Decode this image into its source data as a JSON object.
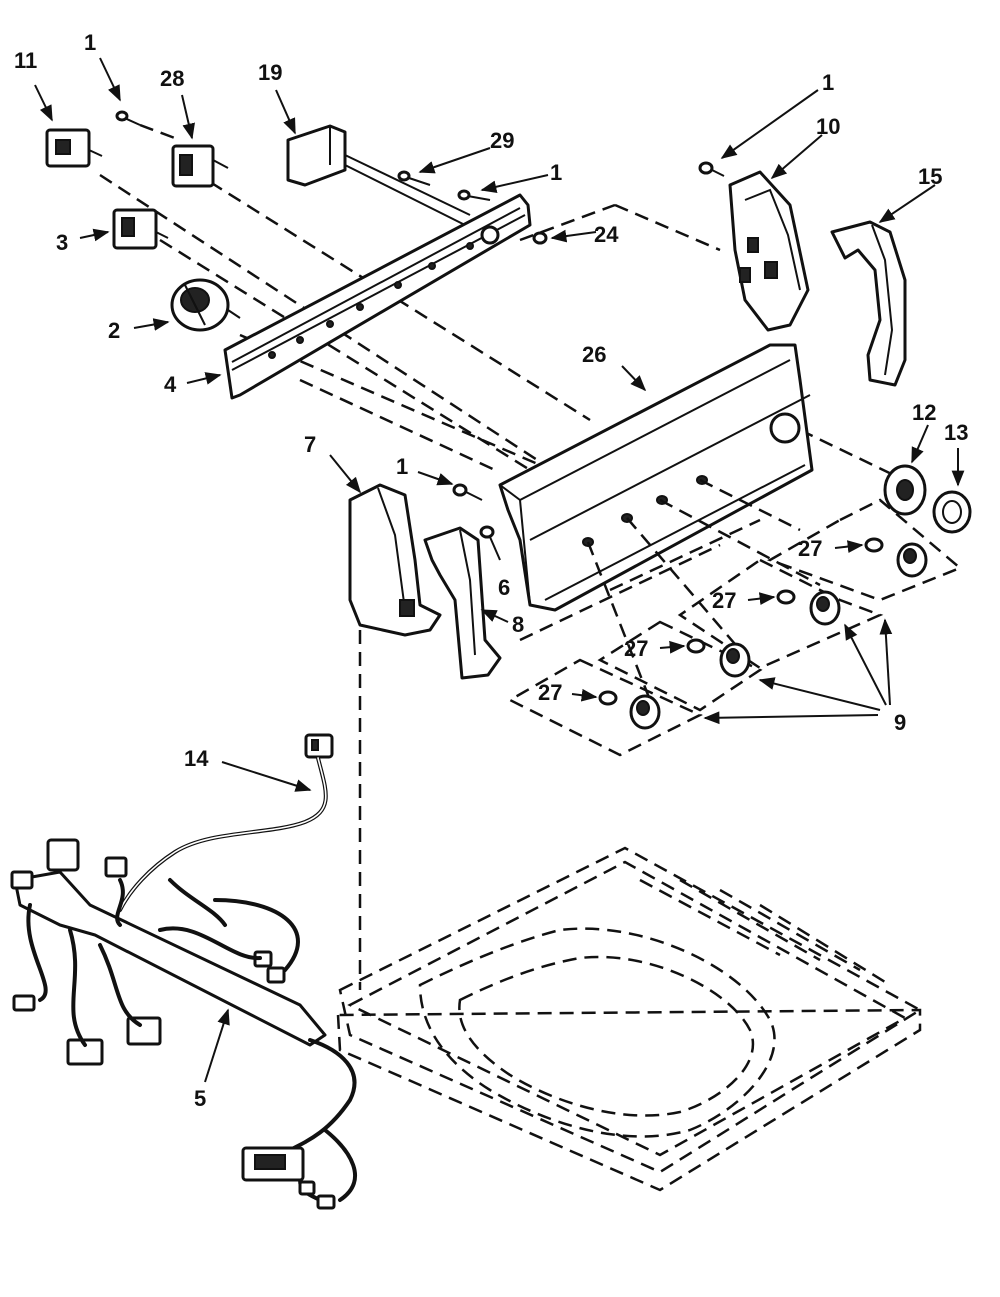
{
  "callouts": {
    "c11": "11",
    "c1a": "1",
    "c28": "28",
    "c19": "19",
    "c29": "29",
    "c1b": "1",
    "c1c": "1",
    "c10": "10",
    "c15": "15",
    "c3": "3",
    "c24": "24",
    "c2": "2",
    "c26": "26",
    "c4": "4",
    "c7": "7",
    "c1d": "1",
    "c12": "12",
    "c13": "13",
    "c6": "6",
    "c27a": "27",
    "c27b": "27",
    "c8": "8",
    "c27c": "27",
    "c27d": "27",
    "c9": "9",
    "c14": "14",
    "c5": "5"
  }
}
